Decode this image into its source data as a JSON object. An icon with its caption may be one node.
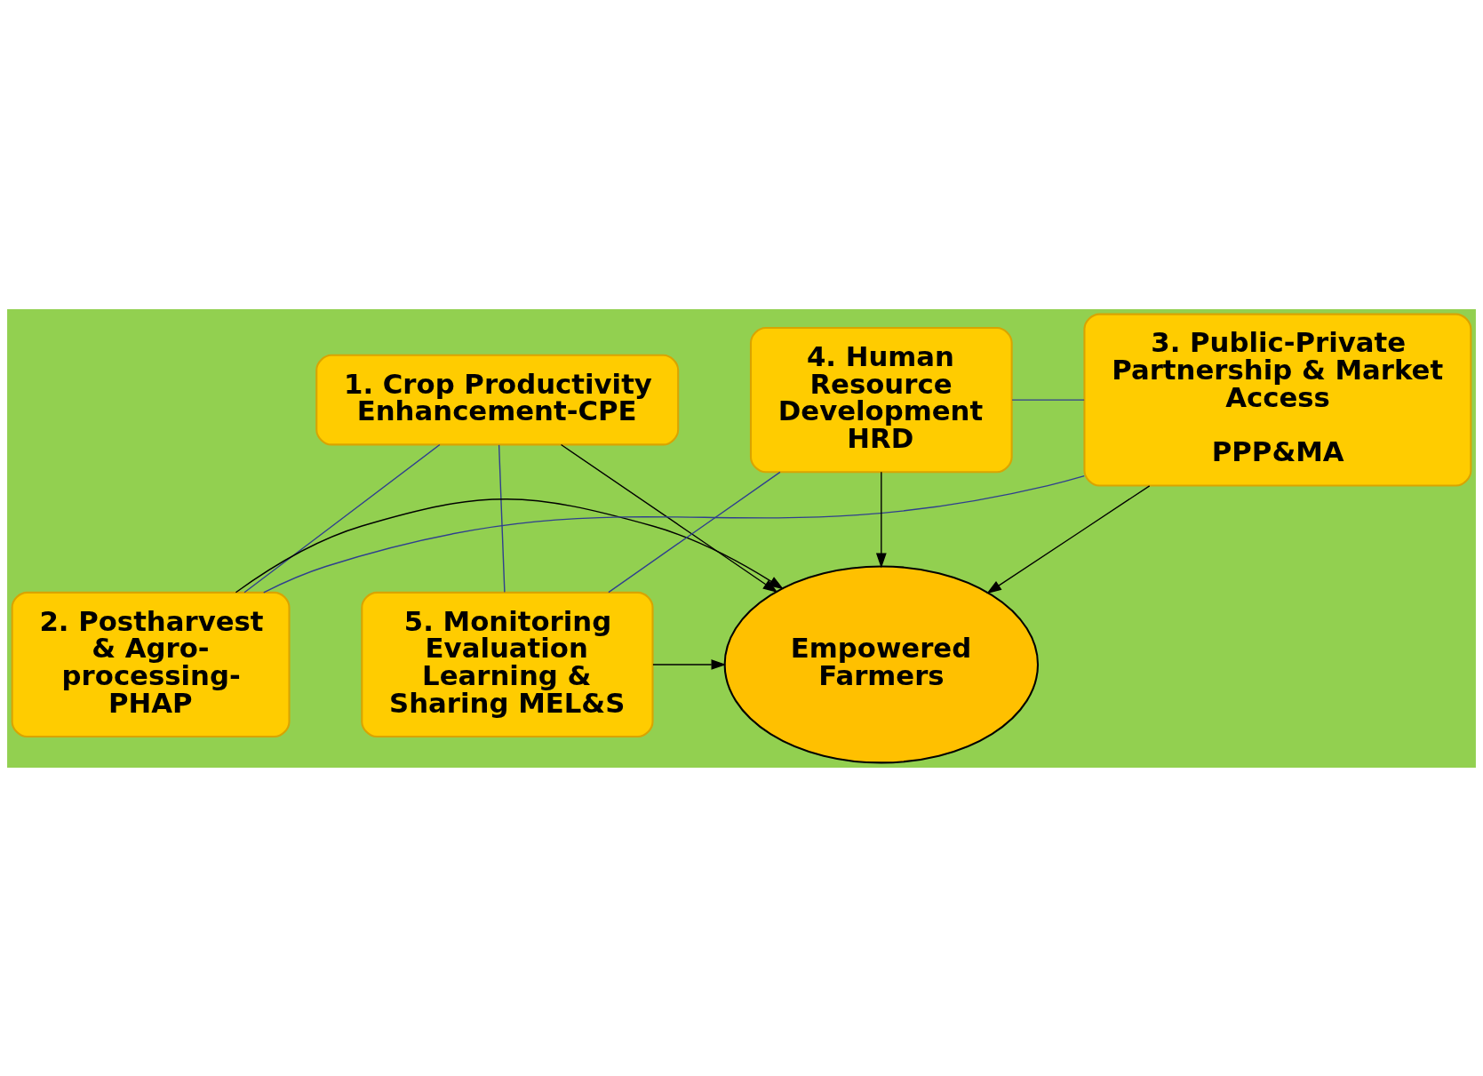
{
  "diagram": {
    "nodes": [
      {
        "text": [
          "1. Crop Productivity Enhancement-CPE"
        ]
      },
      {
        "text": [
          "5. Monitoring Evaluation Learning & Sharing MEL&S"
        ]
      },
      {
        "text": [
          "Empowered Farmers"
        ]
      },
      {
        "text": [
          "2. Postharvest & Agro-processing-PHAP"
        ]
      },
      {
        "text": [
          "4. Human Resource Development HRD"
        ]
      },
      {
        "text": [
          "3. Public-Private Partnership & Market Access",
          "PPP&MA"
        ]
      }
    ],
    "edges": [
      {
        "from": 0,
        "to": 2,
        "arrow": "to"
      },
      {
        "from": 1,
        "to": 2,
        "arrow": "to"
      },
      {
        "from": 3,
        "to": 2,
        "arrow": "to"
      },
      {
        "from": 4,
        "to": 2,
        "arrow": "to"
      },
      {
        "from": 5,
        "to": 2,
        "arrow": "to"
      },
      {
        "from": 0,
        "to": 3,
        "arrow": "none",
        "color": "#2f3f8f"
      },
      {
        "from": 3,
        "to": 5,
        "arrow": "none",
        "color": "#2f3f8f"
      },
      {
        "from": 5,
        "to": 4,
        "arrow": "none",
        "color": "#2f3f8f"
      },
      {
        "from": 4,
        "to": 1,
        "arrow": "none",
        "color": "#2f3f8f"
      },
      {
        "from": 1,
        "to": 0,
        "arrow": "none",
        "color": "#2f3f8f"
      }
    ]
  }
}
